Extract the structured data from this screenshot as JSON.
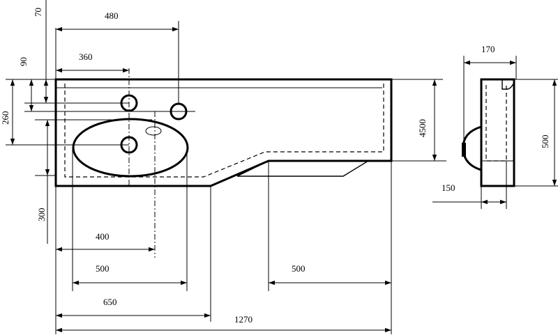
{
  "dimensions": {
    "top_width_480": "480",
    "hole_offset_360": "360",
    "left_70": "70",
    "left_90": "90",
    "left_260": "260",
    "left_300": "300",
    "right_height_4500": "4500",
    "bowl_400": "400",
    "bowl_500": "500",
    "base_650": "650",
    "overall_1270": "1270",
    "right_500": "500",
    "side_depth_170": "170",
    "side_height_500": "500",
    "side_150": "150"
  },
  "colors": {
    "line": "#000000",
    "background": "#ffffff"
  }
}
